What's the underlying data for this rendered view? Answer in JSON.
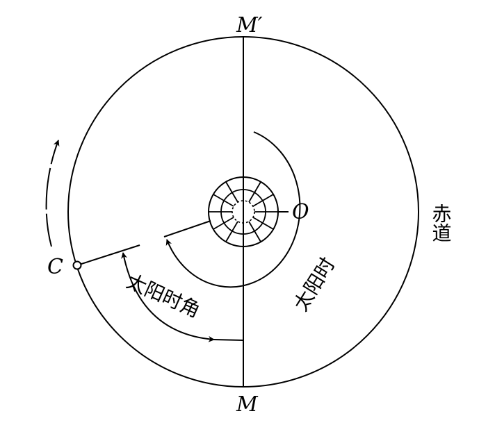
{
  "labels": {
    "top_meridian": "M′",
    "bottom_meridian": "M",
    "center": "O",
    "point": "C",
    "equator": "赤道",
    "solar_time": "太阳时",
    "solar_hour_angle": "太阳时角"
  },
  "colors": {
    "ink": "#000000",
    "background": "#ffffff"
  }
}
